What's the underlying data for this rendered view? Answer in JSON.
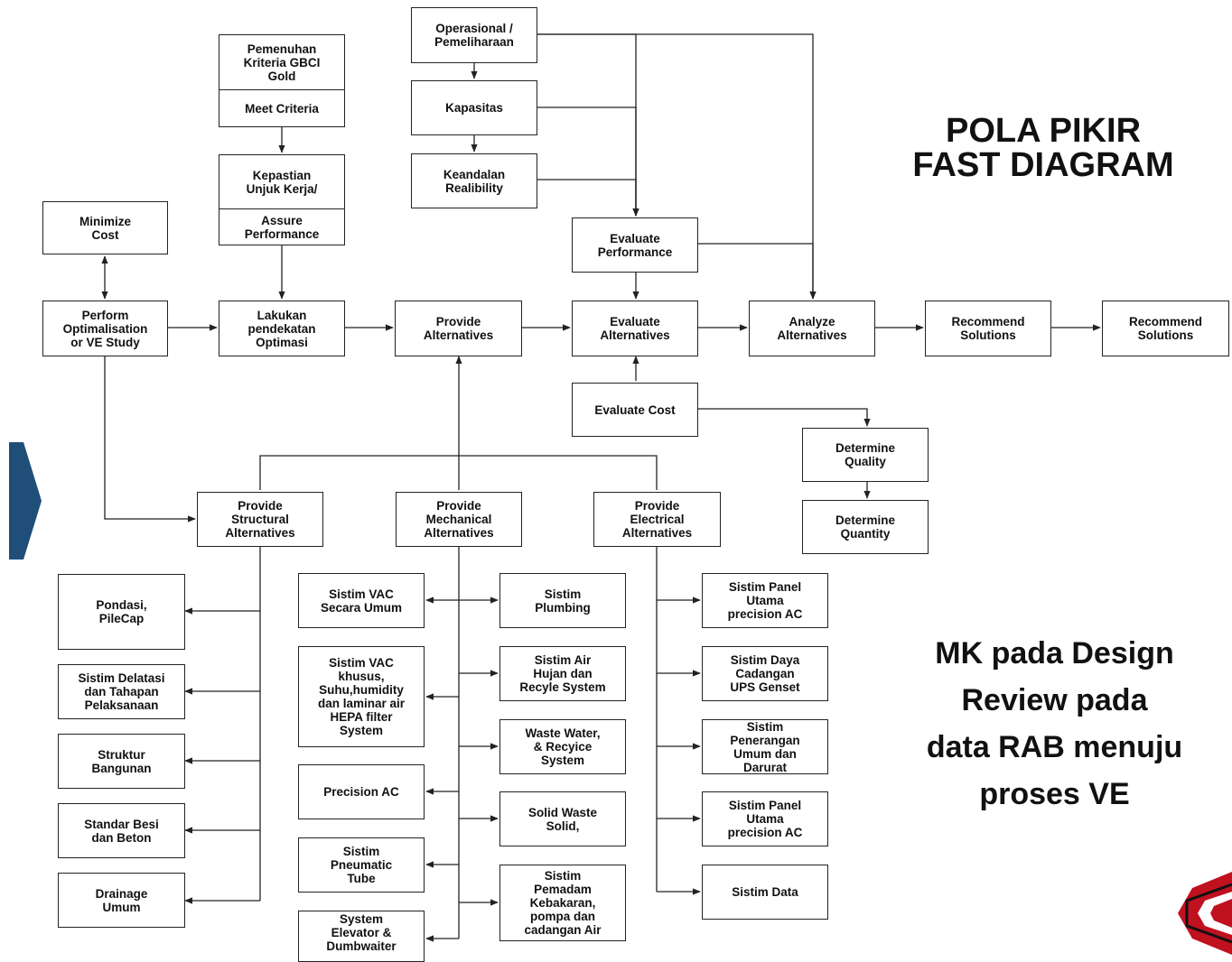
{
  "title": "POLA PIKIR\nFAST DIAGRAM",
  "note": "MK pada Design\nReview pada\ndata RAB menuju\nproses VE",
  "colors": {
    "arrow_blue": "#1f4e79",
    "logo_red": "#c0111f",
    "line": "#222222"
  },
  "icons": [
    "chevron-right-icon",
    "logo-icon"
  ],
  "nodes": {
    "minimize_cost": "Minimize\nCost",
    "perform_optimalisation": "Perform\nOptimalisation\nor VE Study",
    "gbci": "Pemenuhan\nKriteria GBCI\nGold",
    "meet_criteria": "Meet Criteria",
    "kepastian": "Kepastian\nUnjuk Kerja/",
    "assure_performance": "Assure\nPerformance",
    "lakukan": "Lakukan\npendekatan\nOptimasi",
    "provide_alternatives": "Provide\nAlternatives",
    "operasional": "Operasional /\nPemeliharaan",
    "kapasitas": "Kapasitas",
    "keandalan": "Keandalan\nRealibility",
    "evaluate_performance": "Evaluate\nPerformance",
    "evaluate_alternatives": "Evaluate\nAlternatives",
    "evaluate_cost": "Evaluate Cost",
    "analyze_alternatives": "Analyze\nAlternatives",
    "recommend_solutions_1": "Recommend\nSolutions",
    "recommend_solutions_2": "Recommend\nSolutions",
    "determine_quality": "Determine\nQuality",
    "determine_quantity": "Determine\nQuantity",
    "structural": "Provide\nStructural\nAlternatives",
    "mechanical": "Provide\nMechanical\nAlternatives",
    "electrical": "Provide\nElectrical\nAlternatives",
    "pondasi": "Pondasi,\nPileCap",
    "delatasi": "Sistim Delatasi\ndan Tahapan\nPelaksanaan",
    "struktur": "Struktur\nBangunan",
    "standar": "Standar Besi\ndan Beton",
    "drainage": "Drainage\nUmum",
    "vac_umum": "Sistim VAC\nSecara Umum",
    "vac_khusus": "Sistim VAC\nkhusus,\nSuhu,humidity\ndan laminar air\nHEPA filter\nSystem",
    "precision_ac": "Precision AC",
    "pneumatic": "Sistim\nPneumatic\nTube",
    "elevator": "System\nElevator &\nDumbwaiter",
    "plumbing": "Sistim\nPlumbing",
    "air_hujan": "Sistim Air\nHujan dan\nRecyle System",
    "waste_water": "Waste Water,\n& Recyice\nSystem",
    "solid_waste": "Solid Waste\nSolid,",
    "pemadam": "Sistim\nPemadam\nKebakaran,\npompa dan\ncadangan Air",
    "panel_1": "Sistim Panel\nUtama\nprecision AC",
    "daya": "Sistim Daya\nCadangan\nUPS Genset",
    "penerangan": "Sistim\nPenerangan\nUmum dan\nDarurat",
    "panel_2": "Sistim Panel\nUtama\nprecision AC",
    "data": "Sistim Data"
  }
}
